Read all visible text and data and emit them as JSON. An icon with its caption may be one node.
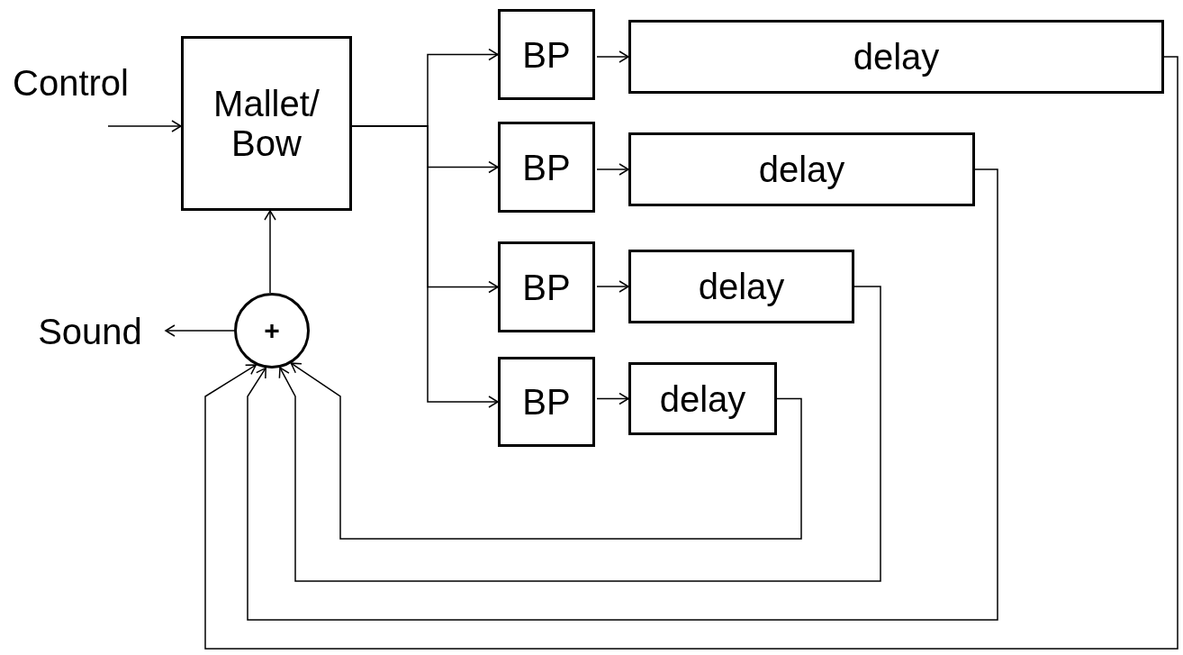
{
  "diagram": {
    "nodes": [
      {
        "text": [
          "Mallet/ Bow"
        ]
      },
      {
        "text": [
          "Sound"
        ]
      },
      {
        "text": [
          "+"
        ]
      },
      {
        "text": [
          "BP"
        ]
      },
      {
        "text": [
          "delay"
        ]
      },
      {
        "text": [
          "BP"
        ]
      },
      {
        "text": [
          "delay"
        ]
      },
      {
        "text": [
          "BP"
        ]
      },
      {
        "text": [
          "delay"
        ]
      },
      {
        "text": [
          "BP"
        ]
      },
      {
        "text": [
          "delay"
        ]
      }
    ],
    "edges": [
      {
        "from": null,
        "to": 0,
        "arrow": "to"
      },
      {
        "from": 0,
        "to": 3,
        "arrow": "to"
      },
      {
        "from": 0,
        "to": 5,
        "arrow": "to"
      },
      {
        "from": 0,
        "to": 7,
        "arrow": "to"
      },
      {
        "from": 0,
        "to": 9,
        "arrow": "to"
      },
      {
        "from": 3,
        "to": 4,
        "arrow": "to"
      },
      {
        "from": 5,
        "to": 6,
        "arrow": "to"
      },
      {
        "from": 7,
        "to": 8,
        "arrow": "to"
      },
      {
        "from": 9,
        "to": 10,
        "arrow": "to"
      },
      {
        "from": 10,
        "to": 2,
        "arrow": "to"
      },
      {
        "from": 8,
        "to": 2,
        "arrow": "to"
      },
      {
        "from": 6,
        "to": 2,
        "arrow": "to"
      },
      {
        "from": 4,
        "to": 2,
        "arrow": "to"
      },
      {
        "from": 2,
        "to": 0,
        "arrow": "to"
      },
      {
        "from": 2,
        "to": 1,
        "arrow": "to"
      }
    ],
    "labels": [
      "Control"
    ]
  }
}
